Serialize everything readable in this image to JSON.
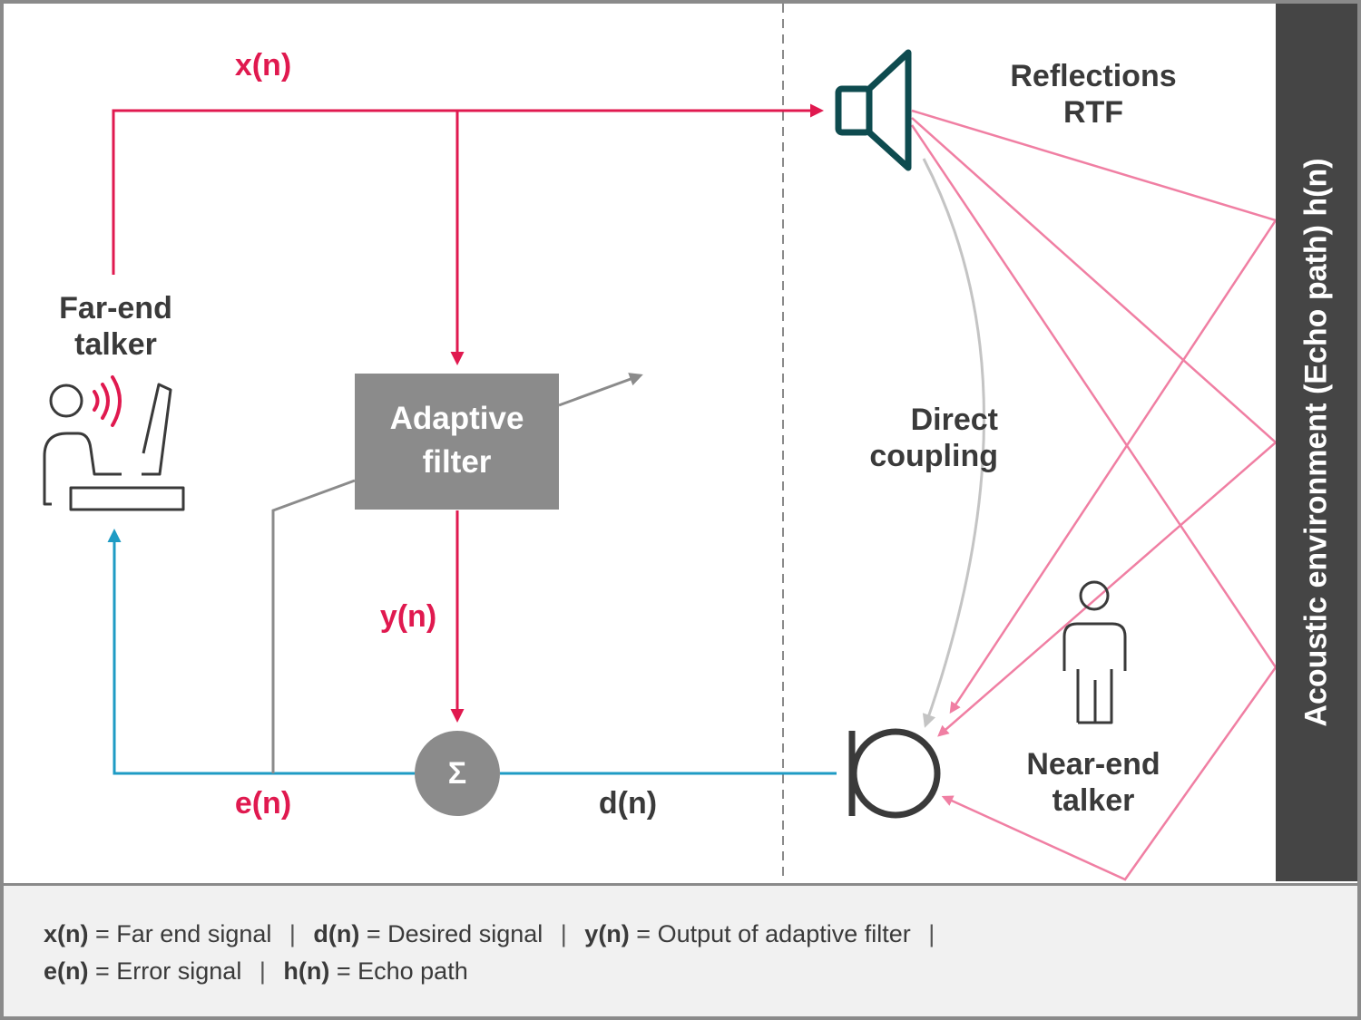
{
  "signals": {
    "x": "x(n)",
    "y": "y(n)",
    "e": "e(n)",
    "d": "d(n)"
  },
  "blocks": {
    "adaptive_filter": "Adaptive\nfilter",
    "sum_symbol": "Σ"
  },
  "labels": {
    "far_end_talker": "Far-end\ntalker",
    "near_end_talker": "Near-end\ntalker",
    "reflections": "Reflections\nRTF",
    "direct_coupling": "Direct\ncoupling",
    "acoustic_environment": "Acoustic environment (Echo path) h(n)"
  },
  "legend": {
    "line1": [
      {
        "symbol": "x(n)",
        "text": " = Far end signal"
      },
      {
        "symbol": "d(n)",
        "text": " = Desired signal"
      },
      {
        "symbol": "y(n)",
        "text": " = Output of adaptive filter"
      }
    ],
    "line2": [
      {
        "symbol": "e(n)",
        "text": " = Error signal"
      },
      {
        "symbol": "h(n)",
        "text": " = Echo path"
      }
    ],
    "separator": "|"
  },
  "colors": {
    "signal_red": "#e0194f",
    "feedback_blue": "#1e9bc4",
    "block_gray": "#8b8b8b",
    "reflection_pink": "#f07fa3",
    "speaker_teal": "#0e4b4f",
    "dark_bar": "#454545"
  },
  "icons": [
    "person-at-computer-icon",
    "speaker-icon",
    "microphone-icon",
    "standing-person-icon"
  ]
}
